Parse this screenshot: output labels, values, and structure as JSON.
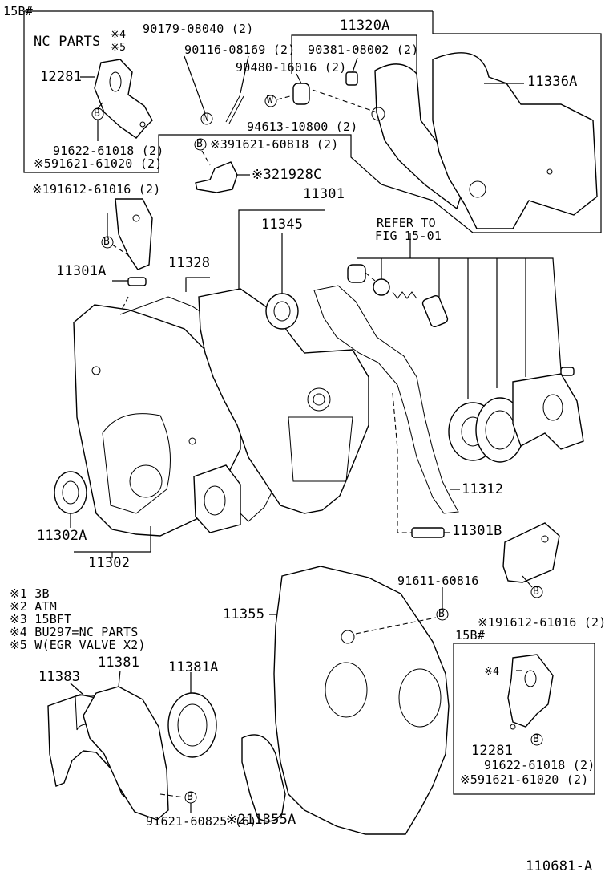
{
  "section_tags": {
    "top_left": "15B#",
    "bottom_right": "15B#"
  },
  "inset_top": {
    "nc_parts": "NC PARTS",
    "note4": "※4",
    "note5": "※5",
    "part_12281": "12281",
    "bolt_a": "91622-61018 (2)",
    "bolt_b": "※591621-61020 (2)"
  },
  "parts": {
    "p90179": "90179-08040 (2)",
    "p90116": "90116-08169 (2)",
    "p90480": "90480-16016 (2)",
    "p90381": "90381-08002 (2)",
    "p11320A": "11320A",
    "p11336A": "11336A",
    "p94613": "94613-10800 (2)",
    "p91621_60818": "※391621-60818 (2)",
    "p21928C": "※321928C",
    "p91612_left": "※191612-61016 (2)",
    "p11301": "11301",
    "p11345": "11345",
    "refer": "REFER TO",
    "fig": "FIG 15-01",
    "p11301A": "11301A",
    "p11328": "11328",
    "p11312": "11312",
    "p11301B": "11301B",
    "p11302A": "11302A",
    "p11302": "11302",
    "p91611": "91611-60816",
    "p11355": "11355",
    "p91612_right": "※191612-61016 (2)",
    "p11383": "11383",
    "p11381": "11381",
    "p11381A": "11381A",
    "p11355A": "※211355A",
    "p91621_60825": "91621-60825 (6)"
  },
  "legend": [
    {
      "mark": "※1",
      "text": "3B"
    },
    {
      "mark": "※2",
      "text": "ATM"
    },
    {
      "mark": "※3",
      "text": "15BFT"
    },
    {
      "mark": "※4",
      "text": "BU297=NC PARTS"
    },
    {
      "mark": "※5",
      "text": "W(EGR VALVE X2)"
    }
  ],
  "inset_bottom": {
    "note4": "※4",
    "part_12281": "12281",
    "bolt_a": "91622-61018 (2)",
    "bolt_b": "※591621-61020 (2)"
  },
  "markers": {
    "b": "B",
    "n": "N",
    "w": "W"
  },
  "figure_id": "110681-A"
}
